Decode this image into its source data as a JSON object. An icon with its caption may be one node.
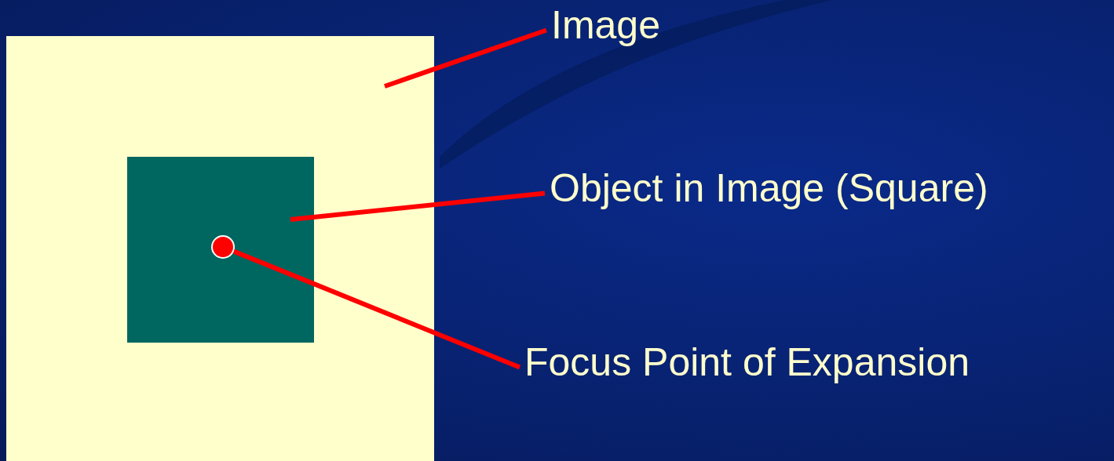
{
  "diagram": {
    "nodes": [
      {
        "text": [],
        "shape": "box"
      },
      {
        "text": [
          "Image"
        ]
      },
      {
        "text": [],
        "shape": "box",
        "in": 0
      },
      {
        "text": [
          "Object in Image (Square)"
        ]
      },
      {
        "text": [],
        "shape": "circle",
        "in": 2
      },
      {
        "text": [
          "Focus Point of Expansion"
        ]
      }
    ],
    "edges": [
      {
        "from": 1,
        "to": 0,
        "arrow": "none"
      },
      {
        "from": 3,
        "to": 2,
        "arrow": "none"
      },
      {
        "from": 5,
        "to": 4,
        "arrow": "none"
      }
    ]
  }
}
